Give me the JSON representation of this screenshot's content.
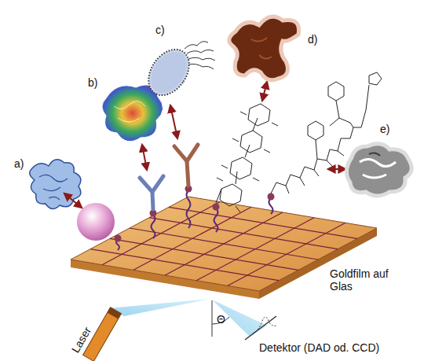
{
  "diagram": {
    "labels": [
      "a)",
      "b)",
      "c)",
      "d)",
      "e)",
      "Goldfilm auf Glas",
      "Laser",
      "Θ",
      "Detektor (DAD od. CCD)"
    ]
  }
}
